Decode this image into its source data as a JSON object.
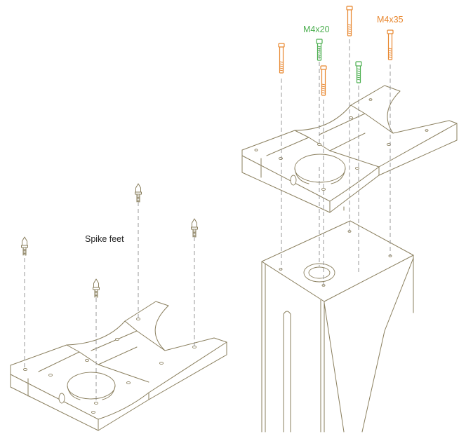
{
  "labels": {
    "spike_feet": "Spike feet",
    "m4x20": "M4x20",
    "m4x35": "M4x35"
  },
  "colors": {
    "outline": "#8a7f5e",
    "guide_dash": "#8f8f8f",
    "m4x20_screw": "#4caf50",
    "m4x35_screw": "#e8872f",
    "label_text": "#222222"
  },
  "parts": [
    {
      "name": "spike-foot",
      "count": 4
    },
    {
      "name": "base-plate",
      "count": 1
    },
    {
      "name": "top-plate",
      "count": 1
    },
    {
      "name": "m4x20-screw",
      "count": 2
    },
    {
      "name": "m4x35-screw",
      "count": 4
    },
    {
      "name": "stand-pillar",
      "count": 1
    }
  ]
}
